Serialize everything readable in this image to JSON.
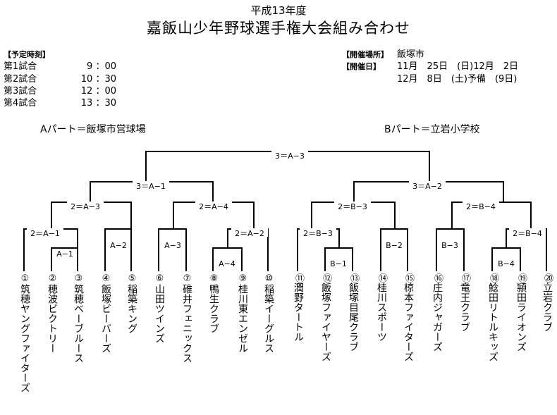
{
  "header": {
    "subtitle": "平成13年度",
    "title": "嘉飯山少年野球選手権大会組み合わせ"
  },
  "schedule": {
    "heading": "【予定時刻】",
    "games": [
      {
        "label": "第1試合",
        "time": "9 ：00"
      },
      {
        "label": "第2試合",
        "time": "10 ：30"
      },
      {
        "label": "第3試合",
        "time": "12 ：00"
      },
      {
        "label": "第4試合",
        "time": "13 ：30"
      }
    ]
  },
  "venue_info": {
    "place_label": "【開催場所】",
    "place": "飯塚市",
    "date_label": "【開催日】",
    "date1": "11月　25日　(日)12月　2日",
    "date2": "12月　8日　(土)予備　(9日)"
  },
  "parts": {
    "a": "Aパート＝飯塚市営球場",
    "b": "Bパート＝立岩小学校"
  },
  "matches": {
    "final": "3＝A−3",
    "a1": "3＝A−1",
    "a2": "3＝A−2",
    "a_l3": "2＝A−3",
    "a_l4": "2＝A−4",
    "b_l3": "2＝B−3",
    "b_l4": "2＝B−4",
    "m_2a1": "2＝A−1",
    "m_2a2": "2＝A−2",
    "m_2b3": "2＝B−3",
    "m_2b4": "2＝B−4",
    "r_a1": "A−1",
    "r_a2": "A−2",
    "r_a3": "A−3",
    "r_a4": "A−4",
    "r_b1": "B−1",
    "r_b2": "B−2",
    "r_b3": "B−3",
    "r_b4": "B−4"
  },
  "teams": [
    {
      "num": "①",
      "name": "筑穂ヤングファイターズ"
    },
    {
      "num": "②",
      "name": "穂波ビクトリー"
    },
    {
      "num": "③",
      "name": "筑穂ベーブルース"
    },
    {
      "num": "④",
      "name": "飯塚ビーバーズ"
    },
    {
      "num": "⑤",
      "name": "稲築キング"
    },
    {
      "num": "⑥",
      "name": "山田ツインズ"
    },
    {
      "num": "⑦",
      "name": "碓井フェニックス"
    },
    {
      "num": "⑧",
      "name": "鴨生クラブ"
    },
    {
      "num": "⑨",
      "name": "桂川東エンゼル"
    },
    {
      "num": "⑩",
      "name": "稲築イーグルス"
    },
    {
      "num": "⑪",
      "name": "潤野タートル"
    },
    {
      "num": "⑫",
      "name": "飯塚ファイヤーズ"
    },
    {
      "num": "⑬",
      "name": "飯塚目尾クラブ"
    },
    {
      "num": "⑭",
      "name": "桂川スポーツ"
    },
    {
      "num": "⑮",
      "name": "椋本ファイターズ"
    },
    {
      "num": "⑯",
      "name": "庄内ジャガーズ"
    },
    {
      "num": "⑰",
      "name": "竜王クラブ"
    },
    {
      "num": "⑱",
      "name": "鯰田リトルキッズ"
    },
    {
      "num": "⑲",
      "name": "頴田ライオンズ"
    },
    {
      "num": "⑳",
      "name": "立岩クラブ"
    }
  ]
}
